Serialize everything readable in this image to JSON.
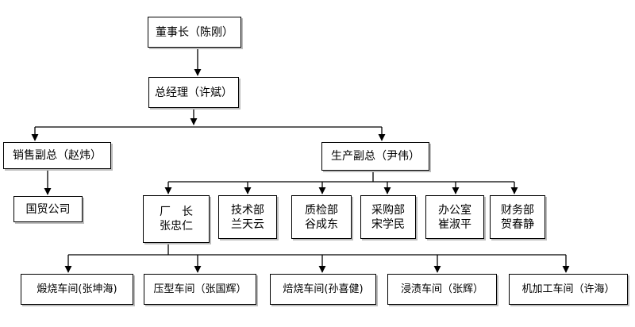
{
  "org_chart": {
    "nodes": {
      "chairman": "董事长（陈刚）",
      "gm": "总经理（许斌）",
      "vp_sales": "销售副总（赵炜）",
      "vp_production": "生产副总（尹伟）",
      "trade_company": "国贸公司",
      "factory_director": [
        "厂　长",
        "张忠仁"
      ],
      "tech_dept": [
        "技术部",
        "兰天云"
      ],
      "qc_dept": [
        "质检部",
        "谷成东"
      ],
      "purchasing_dept": [
        "采购部",
        "宋学民"
      ],
      "office": [
        "办公室",
        "崔淑平"
      ],
      "finance_dept": [
        "财务部",
        "贺春静"
      ],
      "workshop_forging": "煅烧车间(张坤海)",
      "workshop_pressing": "压型车间（张国辉）",
      "workshop_roasting": "焙烧车间(孙喜健)",
      "workshop_impregnation": "浸渍车间（张辉）",
      "workshop_machining": "机加工车间（许海）"
    }
  }
}
